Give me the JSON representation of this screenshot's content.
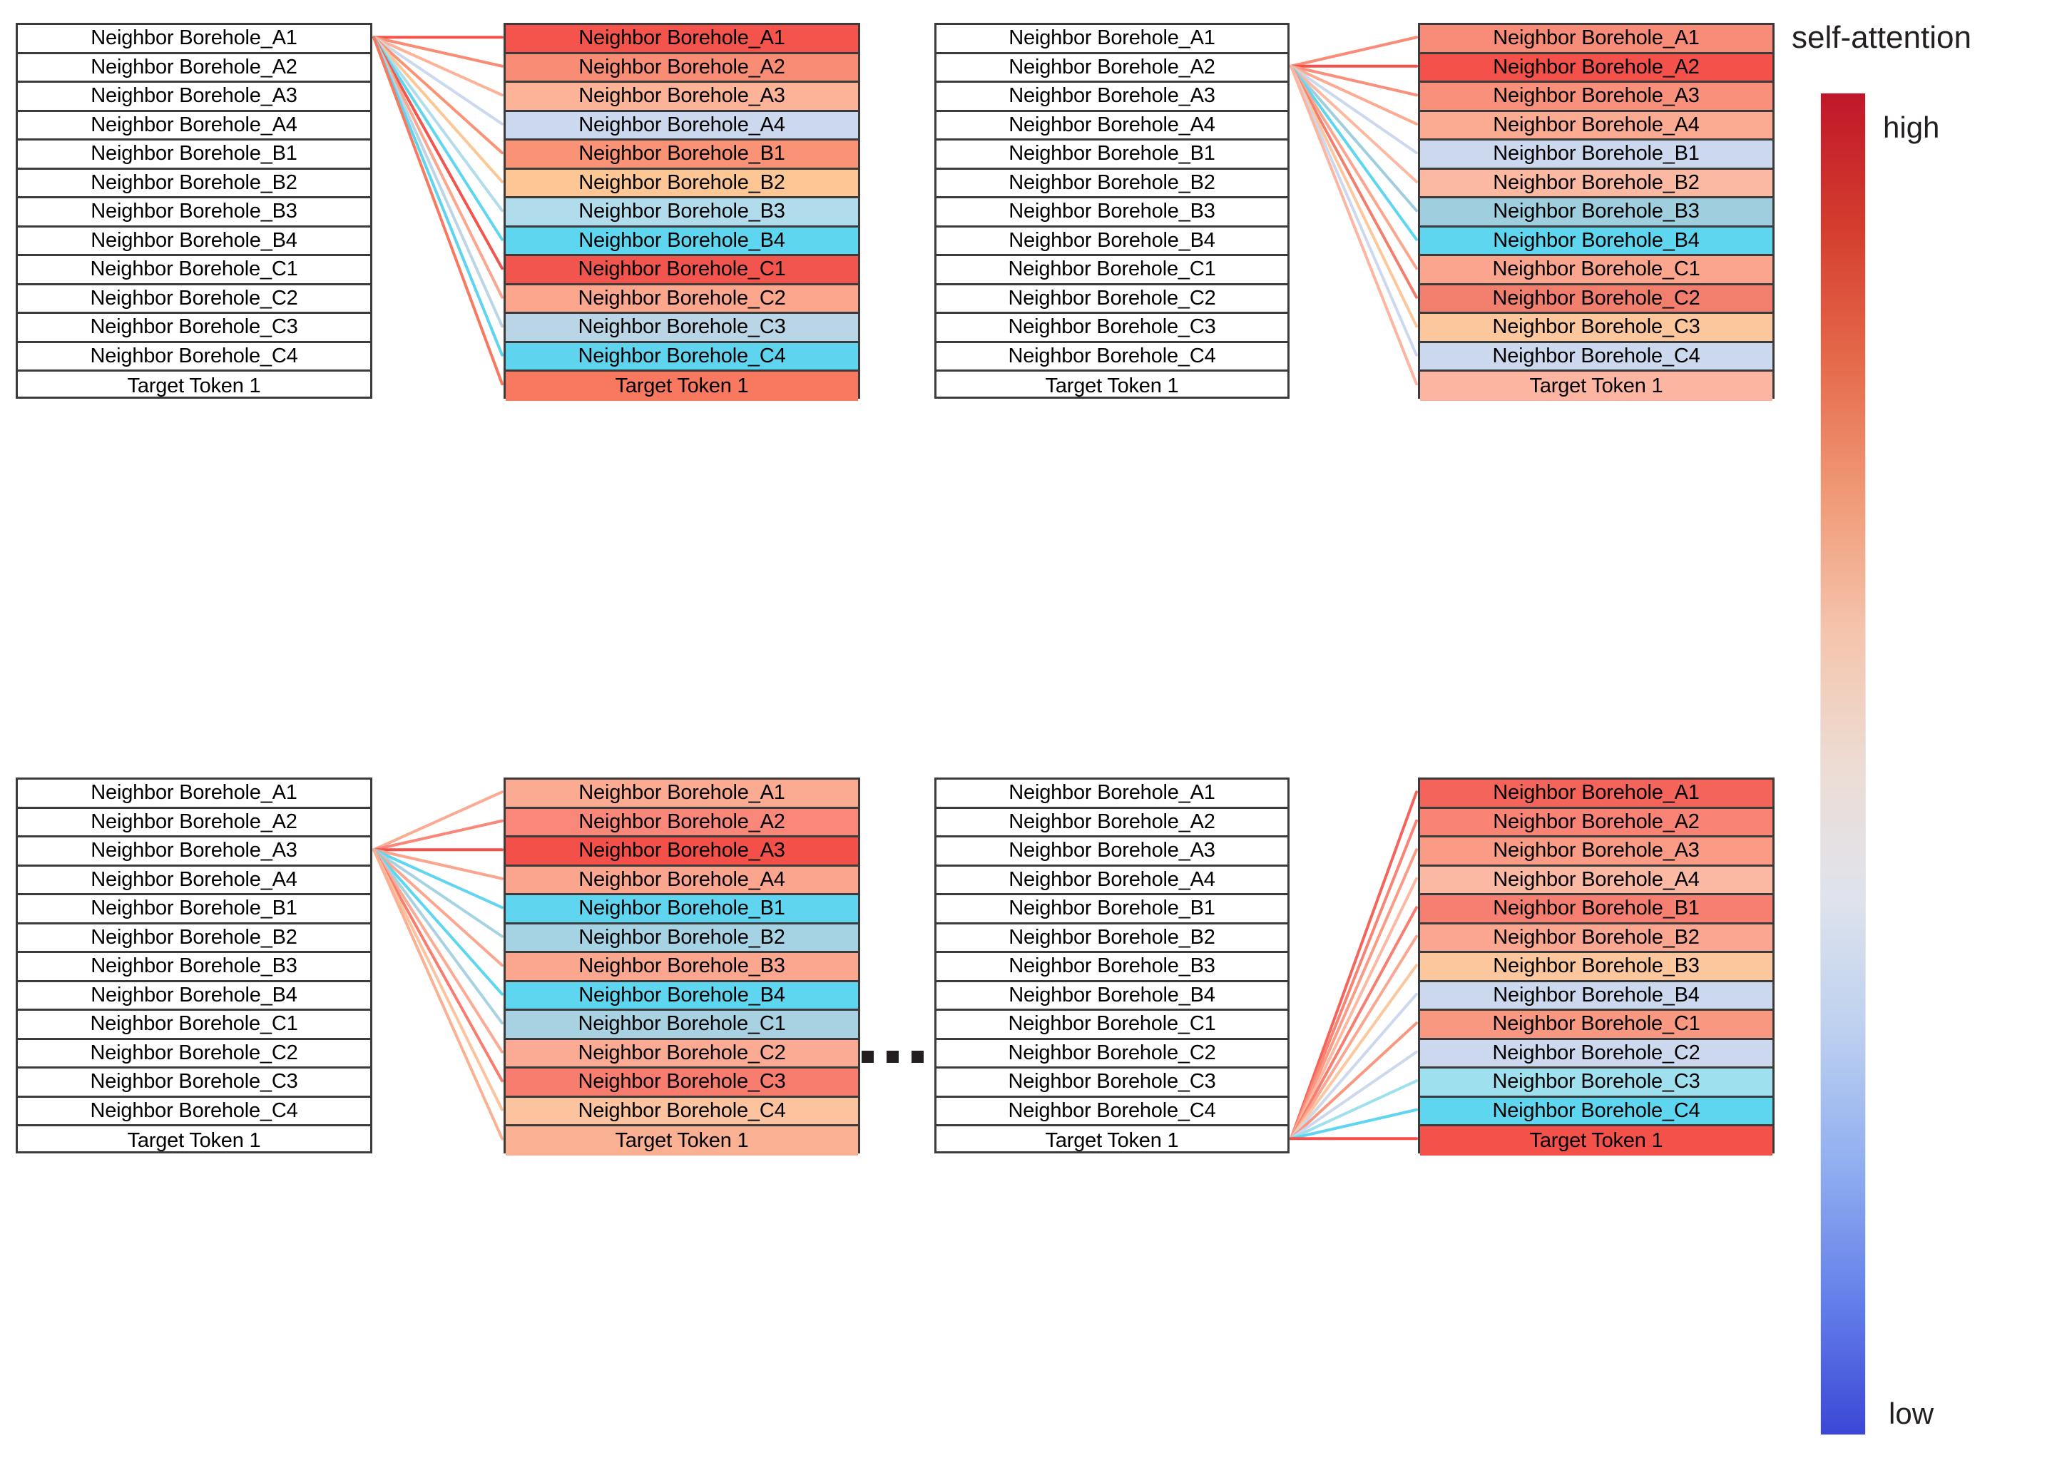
{
  "figure": {
    "title": "self-attention token interaction diagram",
    "ellipsis": "• • •"
  },
  "legend": {
    "title": "self-attention",
    "high_label": "high",
    "low_label": "low",
    "colorbar": {
      "top_color": "#c0172a",
      "mid_color": "#e8e2dd",
      "bottom_color": "#3b47d6",
      "stops": [
        "#c0172a",
        "#d43d2e",
        "#e56a4c",
        "#f09a77",
        "#f5c4ac",
        "#eddcd4",
        "#dfe3ec",
        "#bcd0f0",
        "#90aef0",
        "#6480ea",
        "#3b47d6"
      ]
    }
  },
  "tokens": {
    "neighbors": [
      "Neighbor Borehole_A1",
      "Neighbor Borehole_A2",
      "Neighbor Borehole_A3",
      "Neighbor Borehole_A4",
      "Neighbor Borehole_B1",
      "Neighbor Borehole_B2",
      "Neighbor Borehole_B3",
      "Neighbor Borehole_B4",
      "Neighbor Borehole_C1",
      "Neighbor Borehole_C2",
      "Neighbor Borehole_C3",
      "Neighbor Borehole_C4"
    ],
    "target": "Target Token 1"
  },
  "chart_data": {
    "type": "heatmap",
    "title": "self-attention",
    "colormap": "coolwarm",
    "legend_high": "high",
    "legend_low": "low",
    "row_labels": [
      "Neighbor Borehole_A1",
      "Neighbor Borehole_A2",
      "Neighbor Borehole_A3",
      "Neighbor Borehole_A4",
      "Neighbor Borehole_B1",
      "Neighbor Borehole_B2",
      "Neighbor Borehole_B3",
      "Neighbor Borehole_B4",
      "Neighbor Borehole_C1",
      "Neighbor Borehole_C2",
      "Neighbor Borehole_C3",
      "Neighbor Borehole_C4",
      "Target Token 1"
    ],
    "panels": [
      {
        "id": "panel-1",
        "quadrant": "top-left",
        "query_token": "Neighbor Borehole_A1",
        "query_index": 0,
        "attention": [
          0.92,
          0.78,
          0.64,
          0.3,
          0.74,
          0.62,
          0.16,
          0.08,
          0.9,
          0.68,
          0.26,
          0.07,
          0.82
        ],
        "colors": [
          "#f4544b",
          "#f98c74",
          "#fcb397",
          "#ccd8ed",
          "#fa9275",
          "#fdc795",
          "#b1dcec",
          "#5ed6ef",
          "#f2554d",
          "#fba68d",
          "#bad6e6",
          "#5ed4ee",
          "#f87860"
        ]
      },
      {
        "id": "panel-2",
        "quadrant": "top-right",
        "query_token": "Neighbor Borehole_A2",
        "query_index": 1,
        "attention": [
          0.78,
          0.93,
          0.76,
          0.7,
          0.3,
          0.66,
          0.18,
          0.09,
          0.72,
          0.8,
          0.6,
          0.31,
          0.58
        ],
        "colors": [
          "#f98c78",
          "#f4514a",
          "#f9907c",
          "#fbab92",
          "#ccd8ed",
          "#fcb9a1",
          "#9fcede",
          "#5ed6ef",
          "#fba58e",
          "#f27f6e",
          "#fdc79d",
          "#ccd8ed",
          "#fbb5a0"
        ]
      },
      {
        "id": "panel-3",
        "quadrant": "bottom-left",
        "query_token": "Neighbor Borehole_A3",
        "query_index": 2,
        "attention": [
          0.72,
          0.8,
          0.94,
          0.74,
          0.1,
          0.22,
          0.72,
          0.09,
          0.24,
          0.76,
          0.82,
          0.68,
          0.62
        ],
        "colors": [
          "#fbab92",
          "#f9877a",
          "#f4504a",
          "#fba48e",
          "#5fd5ef",
          "#a6d3e3",
          "#fba68f",
          "#5ed6ef",
          "#a8d2e2",
          "#fbab94",
          "#f87d6e",
          "#fcc39f",
          "#fab193"
        ]
      },
      {
        "id": "panel-4",
        "quadrant": "bottom-right",
        "query_token": "Target Token 1",
        "query_index": 12,
        "attention": [
          0.86,
          0.8,
          0.74,
          0.66,
          0.82,
          0.72,
          0.6,
          0.3,
          0.76,
          0.31,
          0.14,
          0.09,
          0.9
        ],
        "colors": [
          "#f5645a",
          "#f98375",
          "#fa9c85",
          "#fbb8a2",
          "#f77f71",
          "#fba690",
          "#fdc79d",
          "#ccd8ed",
          "#f99880",
          "#ccd8ed",
          "#9fe0ef",
          "#5ed6ef",
          "#f4514a"
        ]
      }
    ]
  },
  "connections": {
    "panel-1": {
      "from_index": 0,
      "line_colors": [
        "#f4544b",
        "#f98c74",
        "#fcb397",
        "#ccd8ed",
        "#fa9275",
        "#fdc795",
        "#b1dcec",
        "#5ed6ef",
        "#f2554d",
        "#fba68d",
        "#bad6e6",
        "#5ed4ee",
        "#f87860"
      ]
    },
    "panel-2": {
      "from_index": 1,
      "line_colors": [
        "#f98c78",
        "#f4514a",
        "#f9907c",
        "#fbab92",
        "#ccd8ed",
        "#fcb9a1",
        "#9fcede",
        "#5ed6ef",
        "#fba58e",
        "#f27f6e",
        "#fdc79d",
        "#ccd8ed",
        "#fbb5a0"
      ]
    },
    "panel-3": {
      "from_index": 2,
      "line_colors": [
        "#fbab92",
        "#f9877a",
        "#f4504a",
        "#fba48e",
        "#5fd5ef",
        "#a6d3e3",
        "#fba68f",
        "#5ed6ef",
        "#a8d2e2",
        "#fbab94",
        "#f87d6e",
        "#fcc39f",
        "#fab193"
      ]
    },
    "panel-4": {
      "from_index": 12,
      "line_colors": [
        "#f5645a",
        "#f98375",
        "#fa9c85",
        "#fbb8a2",
        "#f77f71",
        "#fba690",
        "#fdc79d",
        "#ccd8ed",
        "#f99880",
        "#ccd8ed",
        "#9fe0ef",
        "#5ed6ef",
        "#f4514a"
      ]
    }
  }
}
